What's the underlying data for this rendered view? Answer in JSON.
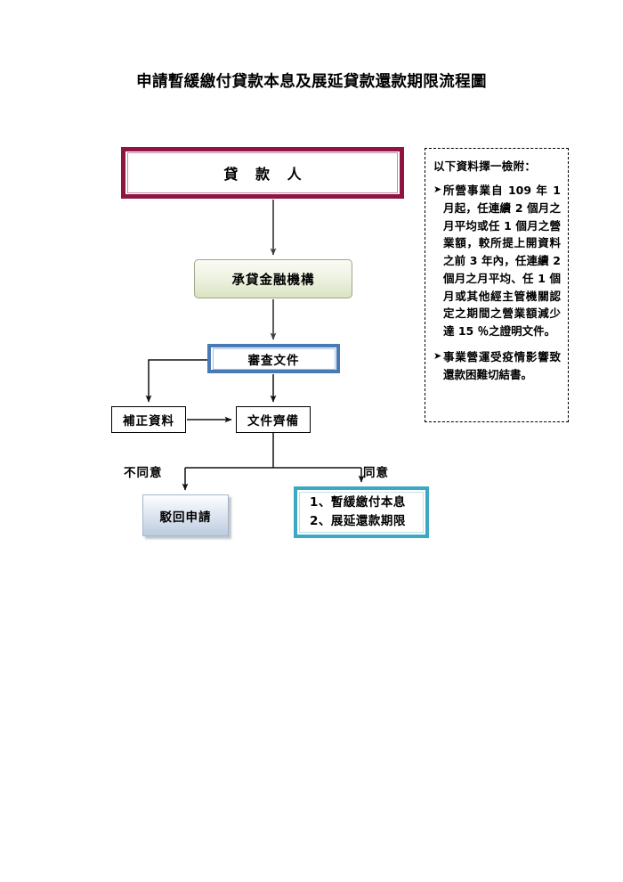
{
  "page": {
    "title": "申請暫緩繳付貸款本息及展延貸款還款期限流程圖"
  },
  "flowchart": {
    "nodes": {
      "borrower": {
        "label": "貸 款 人"
      },
      "bank": {
        "label": "承貸金融機構"
      },
      "review": {
        "label": "審查文件"
      },
      "amend": {
        "label": "補正資料"
      },
      "complete": {
        "label": "文件齊備"
      },
      "reject": {
        "label": "駁回申請"
      },
      "approve": {
        "lines": [
          "1、暫緩繳付本息",
          "2、展延還款期限"
        ]
      }
    },
    "branch_labels": {
      "disagree": "不同意",
      "agree": "同意"
    },
    "colors": {
      "borrower_border": "#8E1441",
      "borrower_inner_border": "#C98AA4",
      "bank_fill": "#D9E3C2",
      "bank_border": "#9EA887",
      "review_border": "#4A7AB5",
      "approve_border": "#3BA9C4",
      "reject_fill": "#BCCBE0",
      "connector": "#3F3F3F",
      "plain_border": "#000000"
    }
  },
  "note_panel": {
    "heading": "以下資料擇一檢附：",
    "items": [
      {
        "bullet": "➤",
        "text": "所營事業自 109 年 1 月起，任連續 2 個月之月平均或任 1 個月之營業額，較所提上開資料之前 3 年內，任連續 2 個月之月平均、任 1 個月或其他經主管機關認定之期間之營業額減少達 15 ％之證明文件。"
      },
      {
        "bullet": "➤",
        "text": "事業營運受疫情影響致還款困難切結書。"
      }
    ]
  }
}
